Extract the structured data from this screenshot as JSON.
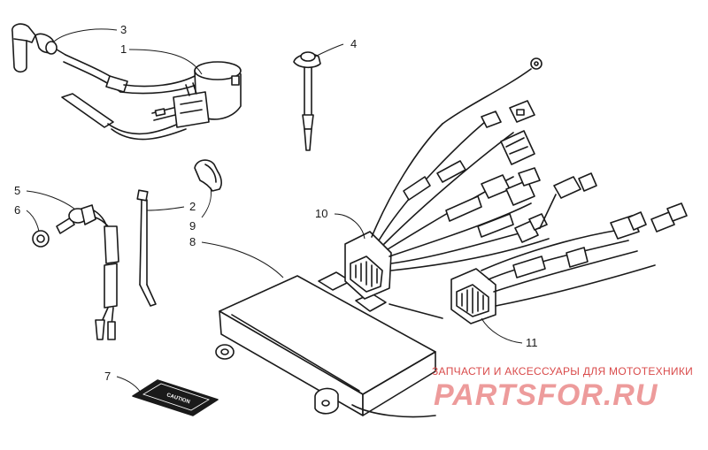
{
  "callouts": [
    {
      "id": "1",
      "label": "1"
    },
    {
      "id": "2",
      "label": "2"
    },
    {
      "id": "3",
      "label": "3"
    },
    {
      "id": "4",
      "label": "4"
    },
    {
      "id": "5",
      "label": "5"
    },
    {
      "id": "6",
      "label": "6"
    },
    {
      "id": "7",
      "label": "7"
    },
    {
      "id": "8",
      "label": "8"
    },
    {
      "id": "9",
      "label": "9"
    },
    {
      "id": "10",
      "label": "10"
    },
    {
      "id": "11",
      "label": "11"
    }
  ],
  "decal": {
    "text": "CAUTION"
  },
  "watermark": {
    "tagline": "ЗАПЧАСТИ И АКСЕССУАРЫ ДЛЯ МОТОТЕХНИКИ",
    "logo": "PARTSFOR.RU"
  },
  "colors": {
    "line": "#1a1a1a",
    "watermark": "#d94a4a"
  }
}
